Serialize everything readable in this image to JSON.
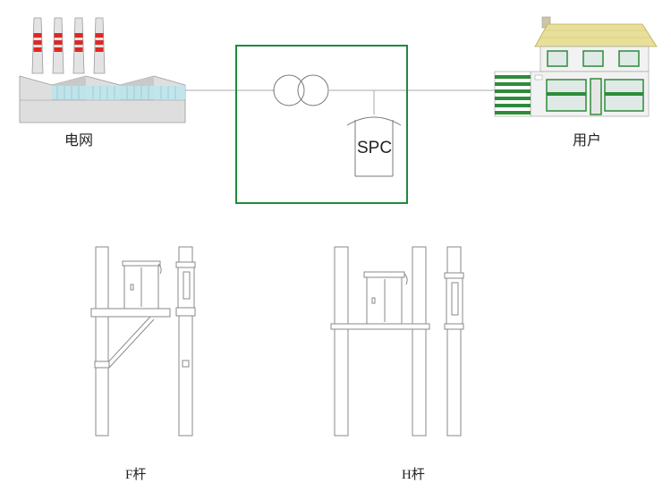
{
  "labels": {
    "grid": "电网",
    "user": "用户",
    "spc": "SPC",
    "f_pole": "F杆",
    "h_pole": "H杆"
  },
  "icons": {
    "factory": "factory-icon",
    "transformer": "transformer-icon",
    "house": "house-icon"
  },
  "colors": {
    "frame_green": "#1e8a3c",
    "chimney_red": "#e02727",
    "house_green": "#2e8b3a",
    "roof_yellow": "#e8df9a"
  }
}
